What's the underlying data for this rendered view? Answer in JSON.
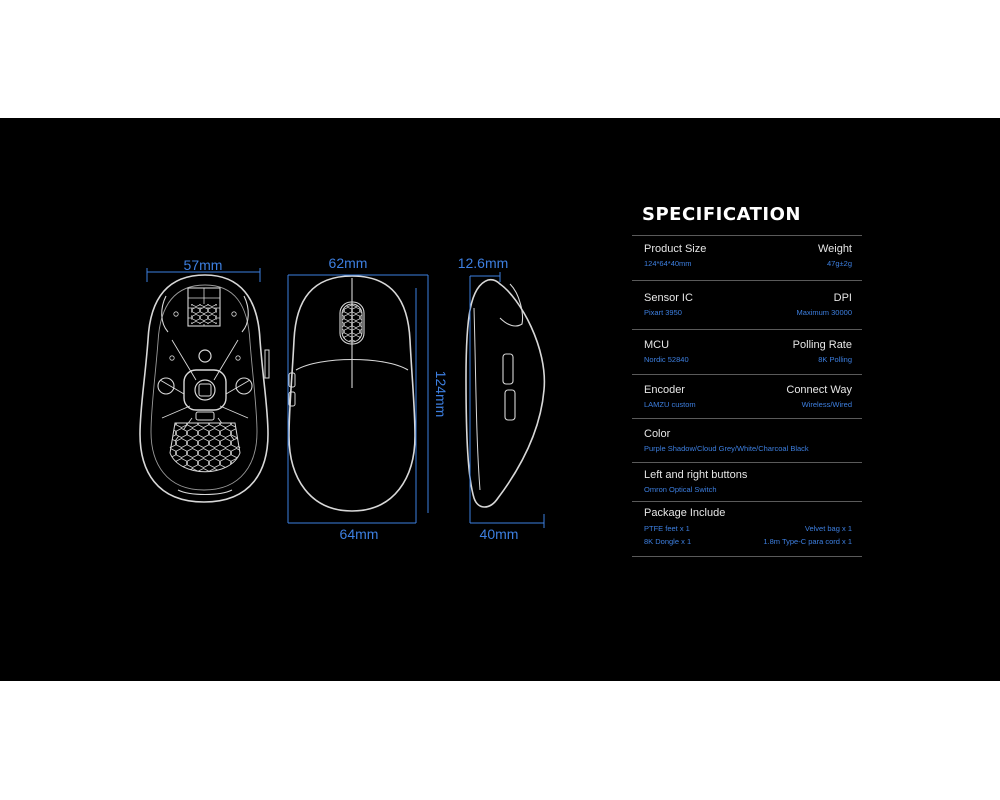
{
  "dimensions": {
    "width_57": "57mm",
    "length_62": "62mm",
    "height_12_6": "12.6mm",
    "length_124": "124mm",
    "width_64": "64mm",
    "height_40": "40mm"
  },
  "specification": {
    "title": "SPECIFICATION",
    "rows": [
      {
        "left_label": "Product Size",
        "left_value": "124*64*40mm",
        "right_label": "Weight",
        "right_value": "47g±2g"
      },
      {
        "left_label": "Sensor IC",
        "left_value": "Pixart 3950",
        "right_label": "DPI",
        "right_value": "Maximum 30000"
      },
      {
        "left_label": "MCU",
        "left_value": "Nordic 52840",
        "right_label": "Polling Rate",
        "right_value": "8K Polling"
      },
      {
        "left_label": "Encoder",
        "left_value": "LAMZU custom",
        "right_label": "Connect Way",
        "right_value": "Wireless/Wired"
      },
      {
        "left_label": "Color",
        "left_value": "Purple Shadow/Cloud Grey/White/Charcoal Black"
      },
      {
        "left_label": "Left and right buttons",
        "left_value": "Omron Optical Switch"
      }
    ],
    "package": {
      "label": "Package Include",
      "items": [
        "PTFE feet x 1",
        "Velvet bag x 1",
        "8K Dongle x 1",
        "1.8m Type-C para cord x 1"
      ]
    }
  },
  "colors": {
    "background": "#000000",
    "accent": "#3d7fe0",
    "outline": "#d8d8d8"
  }
}
